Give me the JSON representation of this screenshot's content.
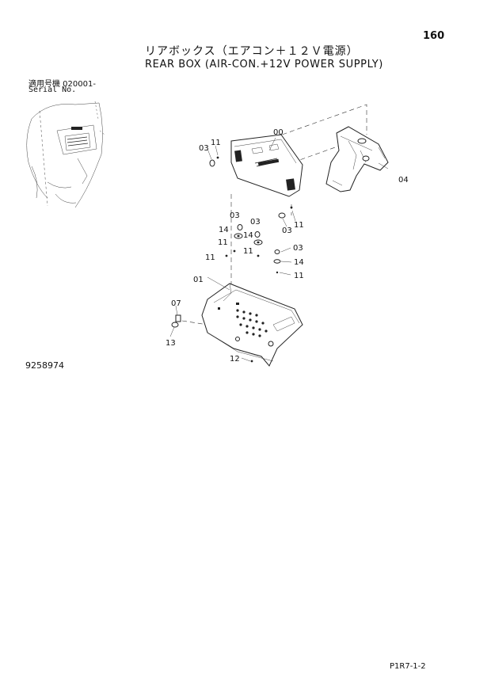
{
  "page_number": "160",
  "title_jp": "リアボックス（エアコン＋１２Ｖ電源）",
  "title_en": "REAR BOX (AIR-CON.+12V POWER SUPPLY)",
  "serial_label_jp": "適用号機  020001-",
  "serial_label_en": "Serial No.",
  "drawing_number": "9258974",
  "sheet_ref": "P1R7-1-2",
  "callouts": {
    "c00": "00",
    "c01": "01",
    "c03a": "03",
    "c03b": "03",
    "c03c": "03",
    "c03d": "03",
    "c03e": "03",
    "c04": "04",
    "c07": "07",
    "c11a": "11",
    "c11b": "11",
    "c11c": "11",
    "c11d": "11",
    "c11e": "11",
    "c11f": "11",
    "c12": "12",
    "c13": "13",
    "c14a": "14",
    "c14b": "14",
    "c14c": "14"
  }
}
